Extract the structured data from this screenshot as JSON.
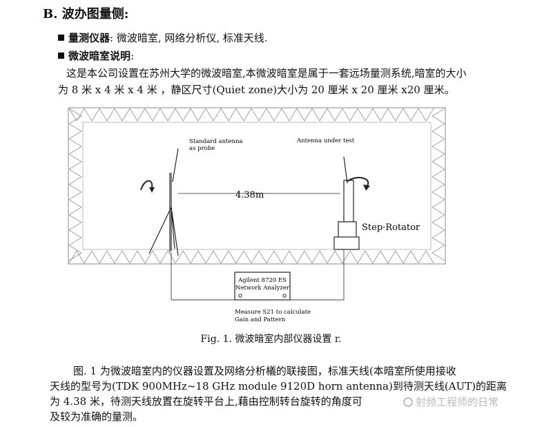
{
  "section": {
    "title": "B. 波办图量侧:"
  },
  "bullets": [
    {
      "label": "量测仪器",
      "text": ": 微波暗室, 网络分析仪, 标准天线."
    },
    {
      "label": "微波暗室说明",
      "text": ":"
    }
  ],
  "intro": {
    "line1": "这是本公司设置在苏州大学的微波暗室,本微波暗室是属于一套远场量测系统,暗室的大小",
    "line2": "为 8 米  x 4 米 x 4 米 ，静区尺寸(Quiet zone)大小为 20 厘米 x 20 厘米 x20 厘米。"
  },
  "figure": {
    "standard_antenna_label": [
      "Standard antenna",
      "as probe"
    ],
    "aut_label": "Antenna under test",
    "distance": "4.38m",
    "rotator_label": "Step·Rotator",
    "analyzer_label": [
      "Agilent 8720 ES",
      "Network Analyzer"
    ],
    "measure_label": [
      "Measure S21 to calculate",
      "Gain and Pattern"
    ],
    "caption": "Fig. 1.  微波暗室内部仪器设置 r."
  },
  "description": {
    "line1": "图. 1  为微波暗室内的仪器设置及网络分析檥的联接图，标准天线(本暗室所使用接收",
    "line2": "天线的型号为(TDK 900MHz~18 GHz module 9120D horn antenna)到待测天线(AUT)的距离",
    "line3": "为 4.38 米，待测天线放置在旋转平台上,藉由控制转台旋转的角度可",
    "line4": "及较为准确的量测。"
  },
  "watermark": {
    "text": "射频工程师的日常"
  }
}
